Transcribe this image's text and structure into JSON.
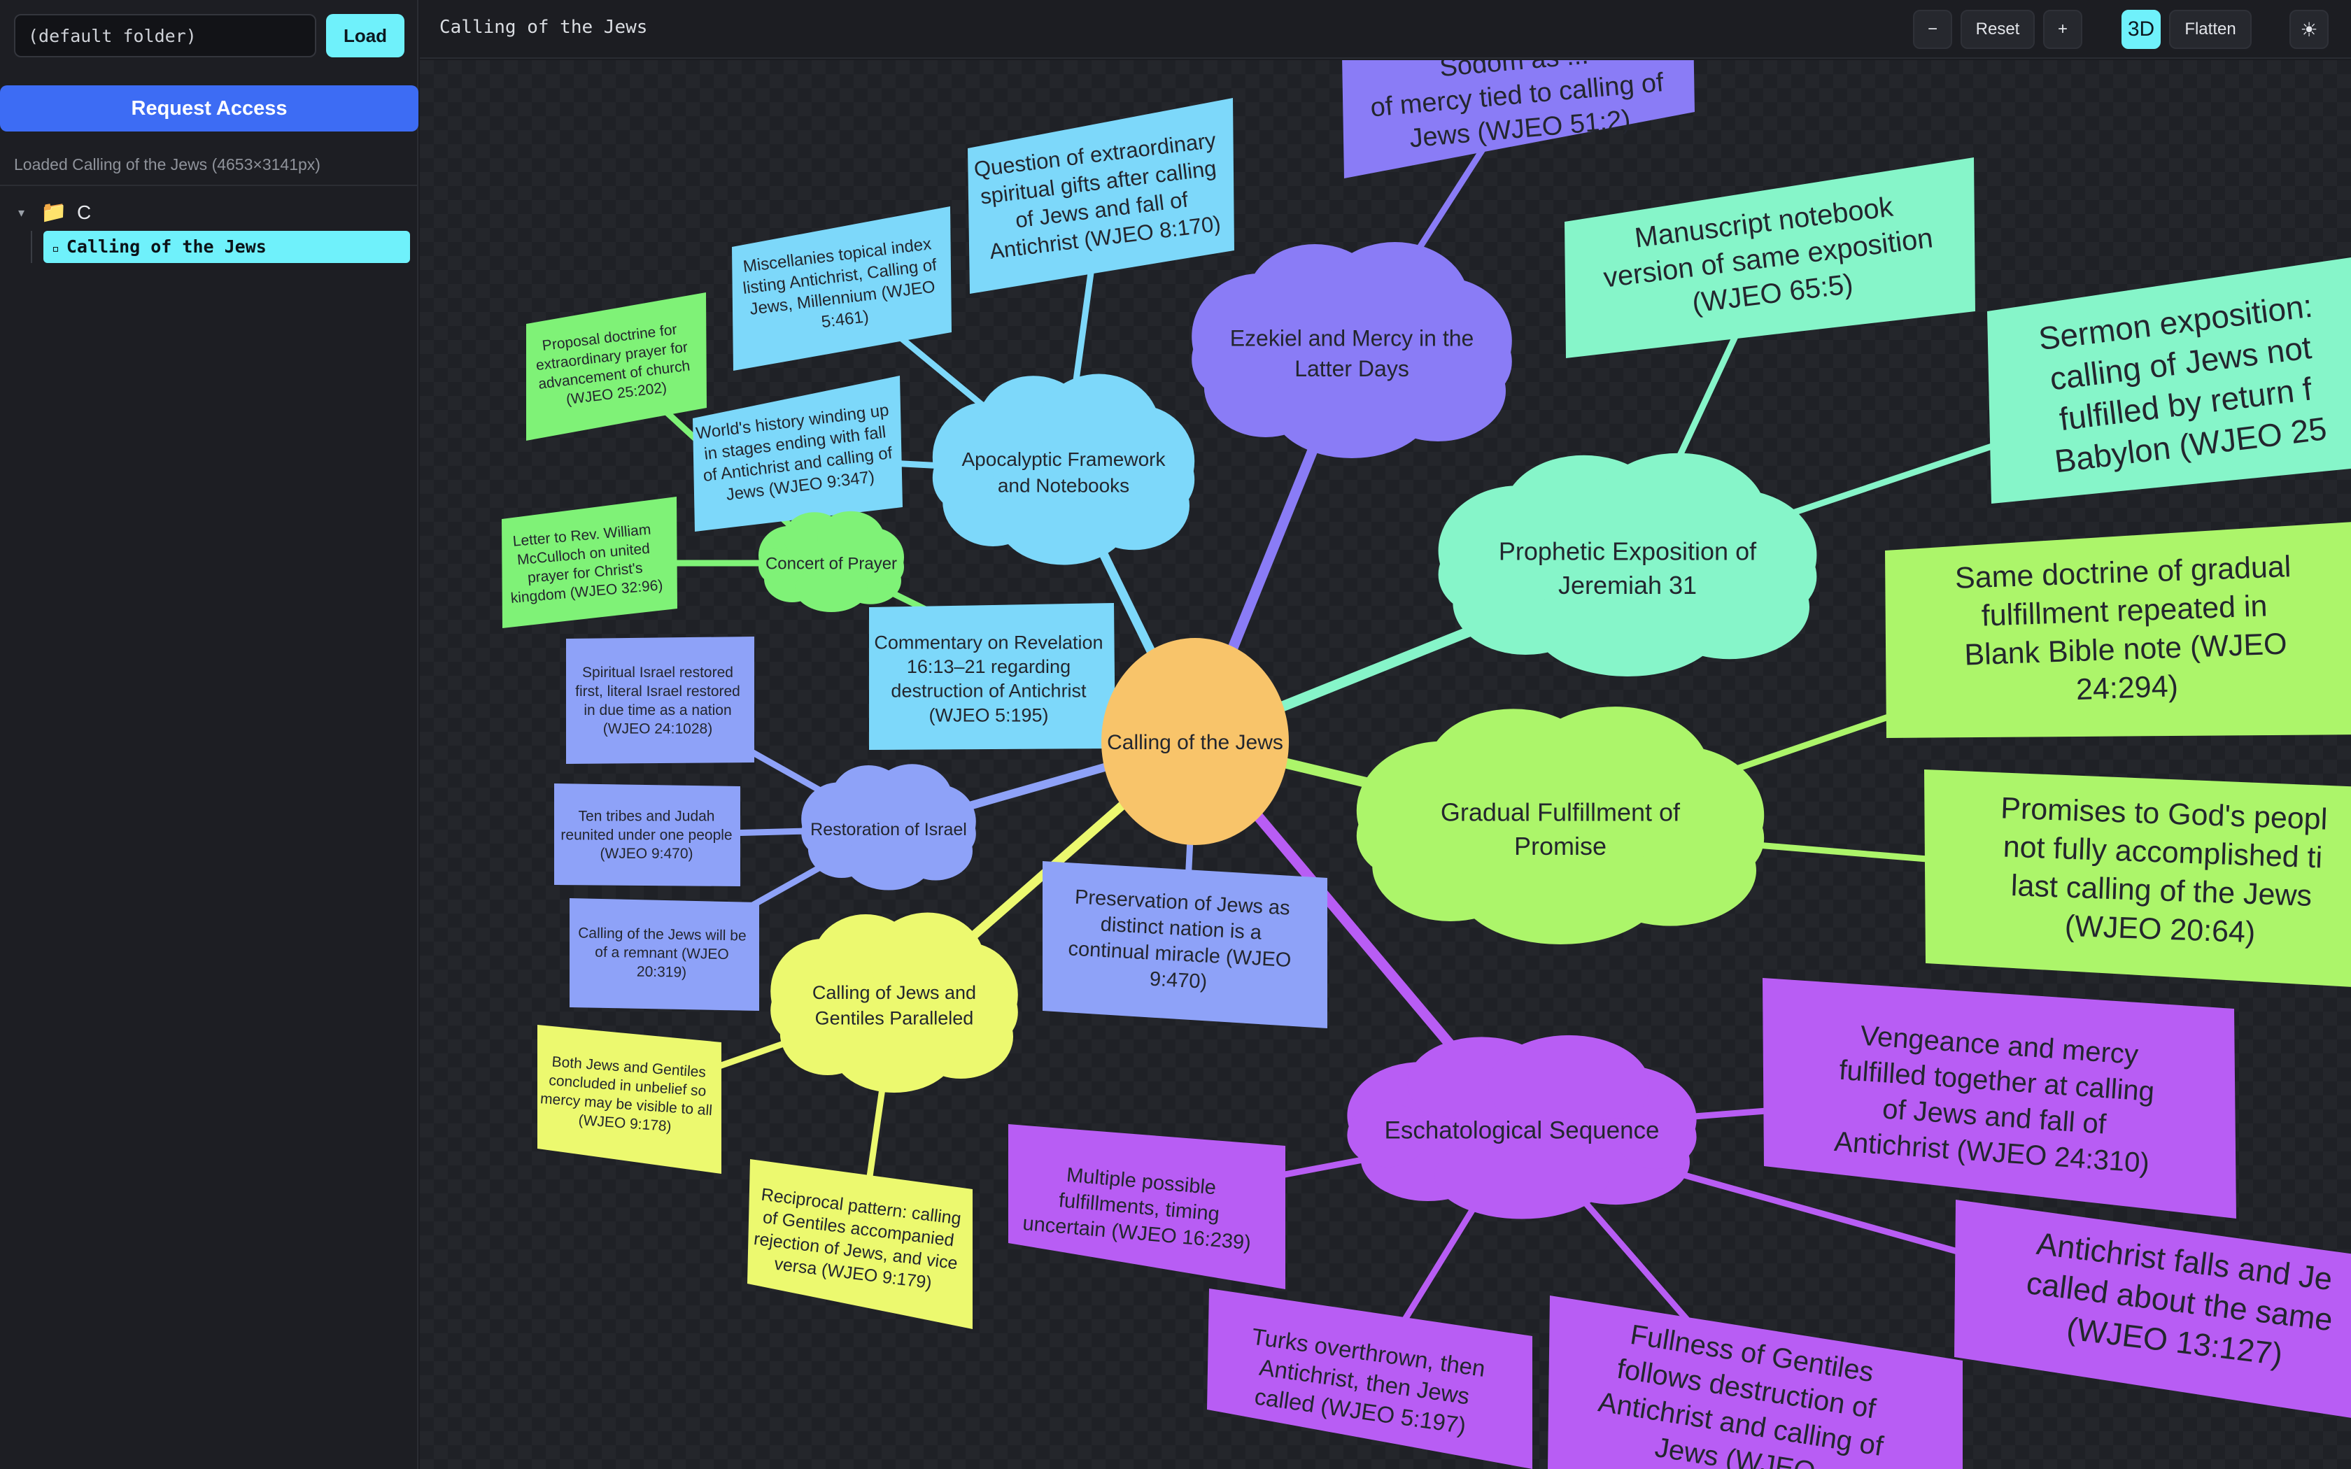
{
  "sidebar": {
    "folder_placeholder": "(default folder)",
    "load_label": "Load",
    "request_access_label": "Request Access",
    "status_text": "Loaded Calling of the Jews (4653×3141px)",
    "tree": {
      "toggle": "▾",
      "folder_icon": "📁",
      "folder_label": "C",
      "item_icon": "▫",
      "item_label": "Calling of the Jews"
    }
  },
  "toolbar": {
    "title": "Calling of the Jews",
    "zoom_out_label": "−",
    "reset_label": "Reset",
    "zoom_in_label": "+",
    "view_3d_label": "3D",
    "flatten_label": "Flatten",
    "theme_icon": "☀"
  },
  "colors": {
    "center": "#f8c46a",
    "violet": "#8a7cf6",
    "sky": "#7dd8fa",
    "mint": "#86f5c9",
    "lime": "#acf56a",
    "green": "#7ff277",
    "periwinkle": "#8ea2f8",
    "yellow": "#ecf96f",
    "purple": "#b85df4",
    "accent": "#6ff1fb",
    "primary": "#3d6cf4"
  },
  "mindmap": {
    "center": "Calling of the Jews",
    "branches": [
      {
        "id": "ezekiel",
        "label": [
          "Ezekiel and Mercy in the",
          "Latter Days"
        ]
      },
      {
        "id": "apoc",
        "label": [
          "Apocalyptic Framework",
          "and Notebooks"
        ]
      },
      {
        "id": "concert",
        "label": [
          "Concert of Prayer"
        ]
      },
      {
        "id": "jer",
        "label": [
          "Prophetic Exposition of",
          "Jeremiah 31"
        ]
      },
      {
        "id": "gradual",
        "label": [
          "Gradual Fulfillment of",
          "Promise"
        ]
      },
      {
        "id": "restoration",
        "label": [
          "Restoration of Israel"
        ]
      },
      {
        "id": "paralleled",
        "label": [
          "Calling of Jews and",
          "Gentiles Paralleled"
        ]
      },
      {
        "id": "eschat",
        "label": [
          "Eschatological Sequence"
        ]
      }
    ],
    "leaves": [
      {
        "id": "sodom",
        "lines": [
          "Sodom as ...",
          "of mercy tied to calling of",
          "Jews (WJEO 51:2)"
        ]
      },
      {
        "id": "gifts",
        "lines": [
          "Question of extraordinary",
          "spiritual gifts after calling",
          "of Jews and fall of",
          "Antichrist (WJEO 8:170)"
        ]
      },
      {
        "id": "misc",
        "lines": [
          "Miscellanies topical index",
          "listing Antichrist, Calling of",
          "Jews, Millennium (WJEO",
          "5:461)"
        ]
      },
      {
        "id": "history",
        "lines": [
          "World's history winding up",
          "in stages ending with fall",
          "of Antichrist and calling of",
          "Jews (WJEO 9:347)"
        ]
      },
      {
        "id": "revelation",
        "lines": [
          "Commentary on Revelation",
          "16:13–21 regarding",
          "destruction of Antichrist",
          "(WJEO 5:195)"
        ]
      },
      {
        "id": "proposal",
        "lines": [
          "Proposal doctrine for",
          "extraordinary prayer for",
          "advancement of church",
          "(WJEO 25:202)"
        ]
      },
      {
        "id": "letter",
        "lines": [
          "Letter to Rev. William",
          "McCulloch on united",
          "prayer for Christ's",
          "kingdom (WJEO 32:96)"
        ]
      },
      {
        "id": "manuscript",
        "lines": [
          "Manuscript notebook",
          "version of same exposition",
          "(WJEO 65:5)"
        ]
      },
      {
        "id": "sermon",
        "lines": [
          "Sermon exposition:",
          "calling of Jews not",
          "fulfilled by return f",
          "Babylon (WJEO 25"
        ]
      },
      {
        "id": "blank",
        "lines": [
          "Same doctrine of gradual",
          "fulfillment repeated in",
          "Blank Bible note (WJEO",
          "24:294)"
        ]
      },
      {
        "id": "promises",
        "lines": [
          "Promises to God's peopl",
          "not fully accomplished ti",
          "last calling of the Jews",
          "(WJEO 20:64)"
        ]
      },
      {
        "id": "spiritual",
        "lines": [
          "Spiritual Israel restored",
          "first, literal Israel restored",
          "in due time as a nation",
          "(WJEO 24:1028)"
        ]
      },
      {
        "id": "tribes",
        "lines": [
          "Ten tribes and Judah",
          "reunited under one people",
          "(WJEO 9:470)"
        ]
      },
      {
        "id": "remnant",
        "lines": [
          "Calling of the Jews will be",
          "of a remnant (WJEO",
          "20:319)"
        ]
      },
      {
        "id": "preservation",
        "lines": [
          "Preservation of Jews as",
          "distinct nation is a",
          "continual miracle (WJEO",
          "9:470)"
        ]
      },
      {
        "id": "both",
        "lines": [
          "Both Jews and Gentiles",
          "concluded in unbelief so",
          "mercy may be visible to all",
          "(WJEO 9:178)"
        ]
      },
      {
        "id": "reciprocal",
        "lines": [
          "Reciprocal pattern: calling",
          "of Gentiles accompanied",
          "rejection of Jews, and vice",
          "versa (WJEO 9:179)"
        ]
      },
      {
        "id": "multiple",
        "lines": [
          "Multiple possible",
          "fulfillments, timing",
          "uncertain (WJEO 16:239)"
        ]
      },
      {
        "id": "turks",
        "lines": [
          "Turks overthrown, then",
          "Antichrist, then Jews",
          "called (WJEO 5:197)"
        ]
      },
      {
        "id": "fullness",
        "lines": [
          "Fullness of Gentiles",
          "follows destruction of",
          "Antichrist and calling of",
          "Jews (WJEO"
        ]
      },
      {
        "id": "vengeance",
        "lines": [
          "Vengeance and mercy",
          "fulfilled together at calling",
          "of Jews and fall of",
          "Antichrist (WJEO 24:310)"
        ]
      },
      {
        "id": "antichrist",
        "lines": [
          "Antichrist falls and Je",
          "called about the same",
          "(WJEO 13:127)"
        ]
      }
    ]
  }
}
